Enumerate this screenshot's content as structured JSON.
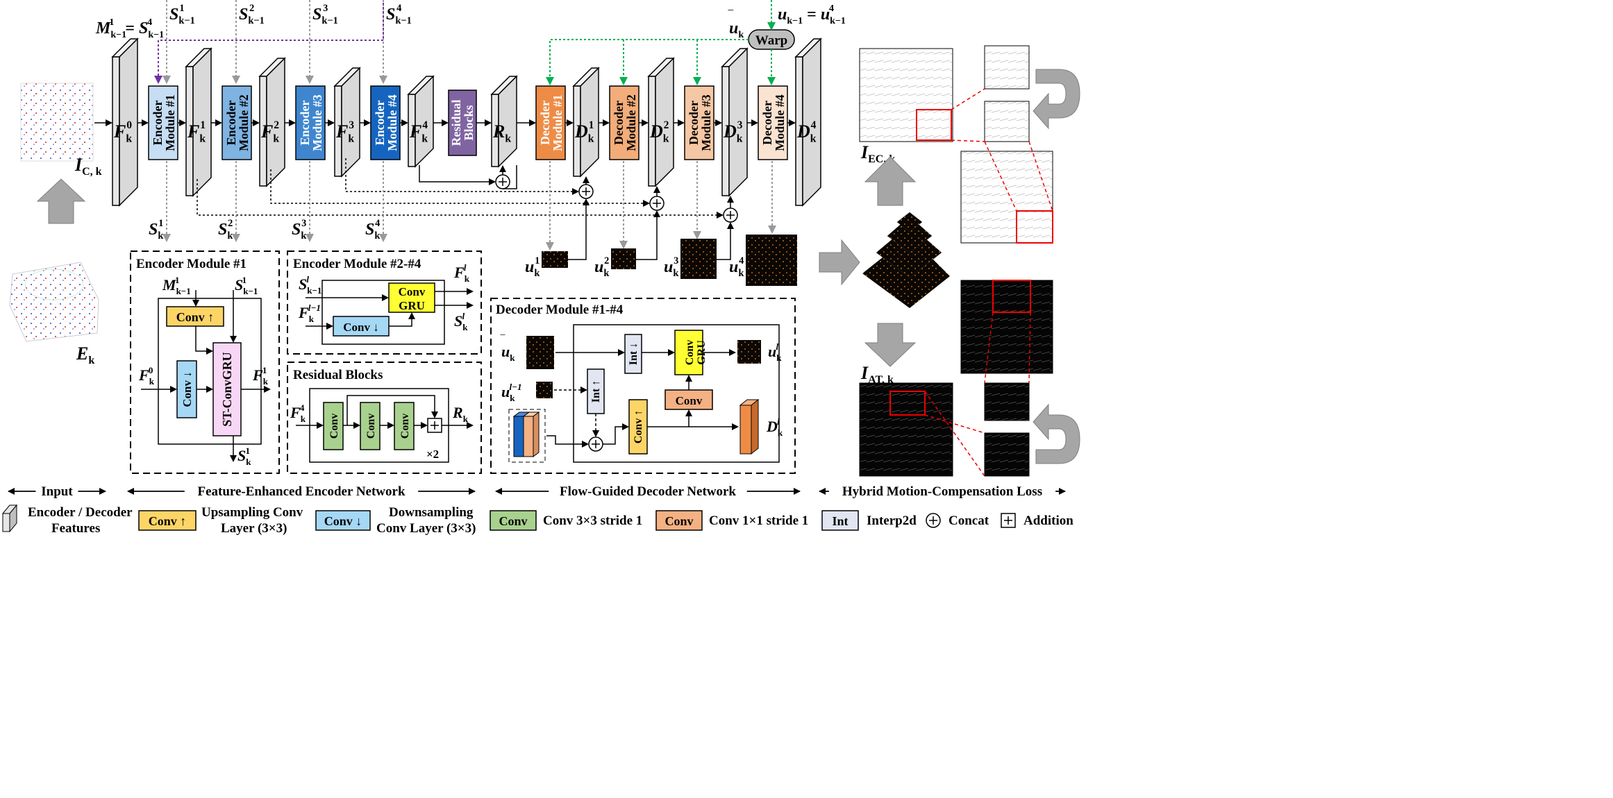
{
  "encoder_modules": [
    {
      "line1": "Encoder",
      "line2": "Module #1",
      "fill": "#c6ddf3"
    },
    {
      "line1": "Encoder",
      "line2": "Module #2",
      "fill": "#7eb3e2"
    },
    {
      "line1": "Encoder",
      "line2": "Module #3",
      "fill": "#3f86cf"
    },
    {
      "line1": "Encoder",
      "line2": "Module #4",
      "fill": "#1565c0"
    }
  ],
  "decoder_modules": [
    {
      "line1": "Decoder",
      "line2": "Module #1",
      "fill": "#ee8c46"
    },
    {
      "line1": "Decoder",
      "line2": "Module #2",
      "fill": "#f2ad7a"
    },
    {
      "line1": "Decoder",
      "line2": "Module #3",
      "fill": "#f6c7a4"
    },
    {
      "line1": "Decoder",
      "line2": "Module #4",
      "fill": "#fbe3d2"
    }
  ],
  "residual": {
    "line1": "Residual",
    "line2": "Blocks",
    "fill": "#8064a2"
  },
  "warp_label": "Warp",
  "feature_labels": {
    "F0": "F",
    "F0_sub": "k",
    "F0_sup": "0",
    "F1": "F",
    "F1_sub": "k",
    "F1_sup": "1",
    "F2": "F",
    "F2_sub": "k",
    "F2_sup": "2",
    "F3": "F",
    "F3_sub": "k",
    "F3_sup": "3",
    "F4": "F",
    "F4_sub": "k",
    "F4_sup": "4",
    "R": "R",
    "R_sub": "k",
    "D1": "D",
    "D1_sub": "k",
    "D1_sup": "1",
    "D2": "D",
    "D2_sub": "k",
    "D2_sup": "2",
    "D3": "D",
    "D3_sub": "k",
    "D3_sup": "3",
    "D4": "D",
    "D4_sub": "k",
    "D4_sup": "4"
  },
  "top_labels": {
    "M_eq": "M",
    "M_sub": "k−1",
    "M_sup": "1",
    "eq": "=",
    "S4_sym": "S",
    "S4_sub": "k−1",
    "S4_sup": "4",
    "S1": "S",
    "S1_sub": "k−1",
    "S1_sup": "1",
    "S2": "S",
    "S2_sub": "k−1",
    "S2_sup": "2",
    "S3": "S",
    "S3_sub": "k−1",
    "S3_sup": "3",
    "S4": "S",
    "S4b_sub": "k−1",
    "S4b_sup": "4",
    "ubar": "u",
    "ubar_sub": "k",
    "u_eq": "u",
    "u_eq_sub": "k−1",
    "u_eq_eq": "=",
    "u_eq_rhs": "u",
    "u_eq_rhs_sub": "k−1",
    "u_eq_rhs_sup": "4"
  },
  "bottom_s_labels": [
    {
      "sym": "S",
      "sub": "k",
      "sup": "1"
    },
    {
      "sym": "S",
      "sub": "k",
      "sup": "2"
    },
    {
      "sym": "S",
      "sub": "k",
      "sup": "3"
    },
    {
      "sym": "S",
      "sub": "k",
      "sup": "4"
    }
  ],
  "u_labels": [
    {
      "sym": "u",
      "sub": "k",
      "sup": "1"
    },
    {
      "sym": "u",
      "sub": "k",
      "sup": "2"
    },
    {
      "sym": "u",
      "sub": "k",
      "sup": "3"
    },
    {
      "sym": "u",
      "sub": "k",
      "sup": "4"
    }
  ],
  "input_labels": {
    "Ic": "I",
    "Ic_sub": "C, k",
    "E": "E",
    "E_sub": "k"
  },
  "loss_labels": {
    "Iec": "I",
    "Iec_sub": "EC, k",
    "Iat": "I",
    "Iat_sub": "AT, k"
  },
  "enc1_panel": {
    "title": "Encoder Module #1",
    "conv_up": "Conv ↑",
    "conv_down": "Conv ↓",
    "stconv": "ST-ConvGRU",
    "M": "M",
    "M_sub": "k−1",
    "M_sup": "1",
    "S_in": "S",
    "S_in_sub": "k−1",
    "S_in_sup": "1",
    "F_in": "F",
    "F_in_sub": "k",
    "F_in_sup": "0",
    "F_out": "F",
    "F_out_sub": "k",
    "F_out_sup": "1",
    "S_out": "S",
    "S_out_sub": "k",
    "S_out_sup": "1"
  },
  "enc24_panel": {
    "title": "Encoder Module #2-#4",
    "convgru_1": "Conv",
    "convgru_2": "GRU",
    "conv_down": "Conv ↓",
    "S_in": "S",
    "S_in_sub": "k−1",
    "S_in_sup": "l",
    "F_in": "F",
    "F_in_sub": "k",
    "F_in_sup": "l−1",
    "F_out": "F",
    "F_out_sub": "k",
    "F_out_sup": "l",
    "S_out": "S",
    "S_out_sub": "k",
    "S_out_sup": "l"
  },
  "res_panel": {
    "title": "Residual Blocks",
    "conv": "Conv",
    "times": "×2",
    "F_in": "F",
    "F_in_sub": "k",
    "F_in_sup": "4",
    "R_out": "R",
    "R_out_sub": "k"
  },
  "dec_panel": {
    "title": "Decoder Module #1-#4",
    "int_down": "Int ↓",
    "int_up": "Int ↑",
    "convgru_1": "Conv",
    "convgru_2": "GRU",
    "conv": "Conv",
    "conv_up": "Conv ↑",
    "ubar": "u",
    "ubar_sub": "k",
    "u_prev": "u",
    "u_prev_sub": "k",
    "u_prev_sup": "l−1",
    "u_out": "u",
    "u_out_sub": "k",
    "u_out_sup": "l",
    "D_out": "D",
    "D_out_sub": "k",
    "D_out_sup": "l"
  },
  "sections": [
    {
      "label": "Input"
    },
    {
      "label": "Feature-Enhanced Encoder Network"
    },
    {
      "label": "Flow-Guided Decoder Network"
    },
    {
      "label": "Hybrid Motion-Compensation Loss"
    }
  ],
  "legend": {
    "features_1": "Encoder / Decoder",
    "features_2": "Features",
    "up_box": "Conv ↑",
    "up_1": "Upsampling Conv",
    "up_2": "Layer (3×3)",
    "down_box": "Conv ↓",
    "down_1": "Downsampling",
    "down_2": "Conv Layer (3×3)",
    "c3_box": "Conv",
    "c3_text": "Conv 3×3 stride 1",
    "c1_box": "Conv",
    "c1_text": "Conv 1×1 stride 1",
    "int_box": "Int",
    "int_text": "Interp2d",
    "concat_text": "Concat",
    "add_text": "Addition"
  },
  "colors": {
    "upsample": "#fdd567",
    "downsample": "#a5d8f5",
    "conv3": "#a9d18e",
    "conv1": "#f4b183",
    "interp": "#e2e6f2",
    "convgru": "#ffff33",
    "stconvgru": "#f7d7f5",
    "purple_arrow": "#7030a0",
    "green_arrow": "#00b050"
  }
}
